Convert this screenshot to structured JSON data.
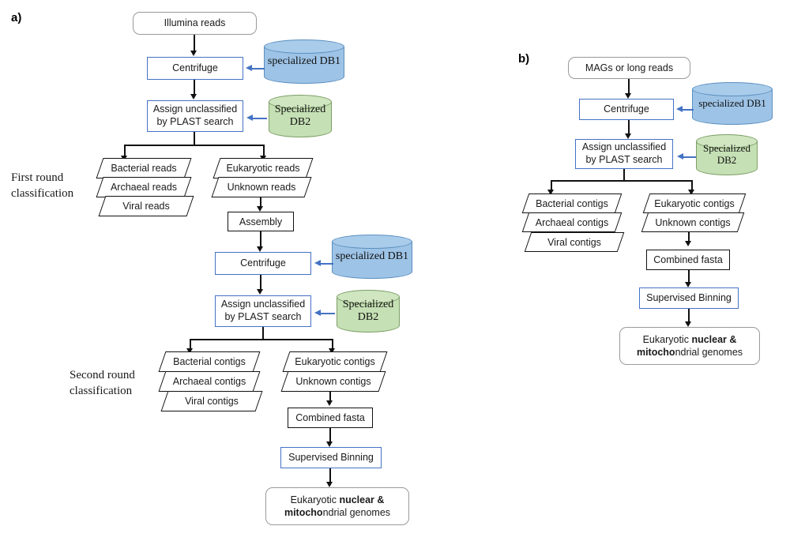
{
  "figure": {
    "panel_a_label": "a)",
    "panel_b_label": "b)"
  },
  "panel_a": {
    "input_box": "Illumina reads",
    "centrifuge_1": "Centrifuge",
    "plast_1_line1": "Assign unclassified",
    "plast_1_line2": "by PLAST search",
    "db1_a1": "specialized DB1",
    "db2_a1_line1": "Specialized",
    "db2_a1_line2": "DB2",
    "round_label_1_line1": "First round",
    "round_label_1_line2": "classification",
    "reads_left": [
      "Bacterial reads",
      "Archaeal reads",
      "Viral reads"
    ],
    "reads_right": [
      "Eukaryotic reads",
      "Unknown reads"
    ],
    "assembly": "Assembly",
    "centrifuge_2": "Centrifuge",
    "plast_2_line1": "Assign unclassified",
    "plast_2_line2": "by PLAST search",
    "db1_a2": "specialized DB1",
    "db2_a2_line1": "Specialized",
    "db2_a2_line2": "DB2",
    "round_label_2_line1": "Second round",
    "round_label_2_line2": "classification",
    "contigs_left": [
      "Bacterial contigs",
      "Archaeal contigs",
      "Viral contigs"
    ],
    "contigs_right": [
      "Eukaryotic contigs",
      "Unknown contigs"
    ],
    "combined_fasta": "Combined fasta",
    "supervised_binning": "Supervised Binning",
    "final_line1_plain": "Eukaryotic ",
    "final_line1_bold": "nuclear &",
    "final_line2_bold": "mitocho",
    "final_line2_plain": "ndrial genomes"
  },
  "panel_b": {
    "input_box": "MAGs or long reads",
    "centrifuge": "Centrifuge",
    "plast_line1": "Assign unclassified",
    "plast_line2": "by PLAST search",
    "db1": "specialized DB1",
    "db2_line1": "Specialized",
    "db2_line2": "DB2",
    "contigs_left": [
      "Bacterial contigs",
      "Archaeal contigs",
      "Viral contigs"
    ],
    "contigs_right": [
      "Eukaryotic contigs",
      "Unknown contigs"
    ],
    "combined_fasta": "Combined fasta",
    "supervised_binning": "Supervised Binning",
    "final_line1_plain": "Eukaryotic ",
    "final_line1_bold": "nuclear &",
    "final_line2_bold": "mitocho",
    "final_line2_plain": "ndrial genomes"
  },
  "colors": {
    "process_border": "#4472C4",
    "db1_fill": "#9DC3E6",
    "db2_fill": "#C5E0B4",
    "terminator_border": "#9A9A9A",
    "connector": "#111111"
  }
}
